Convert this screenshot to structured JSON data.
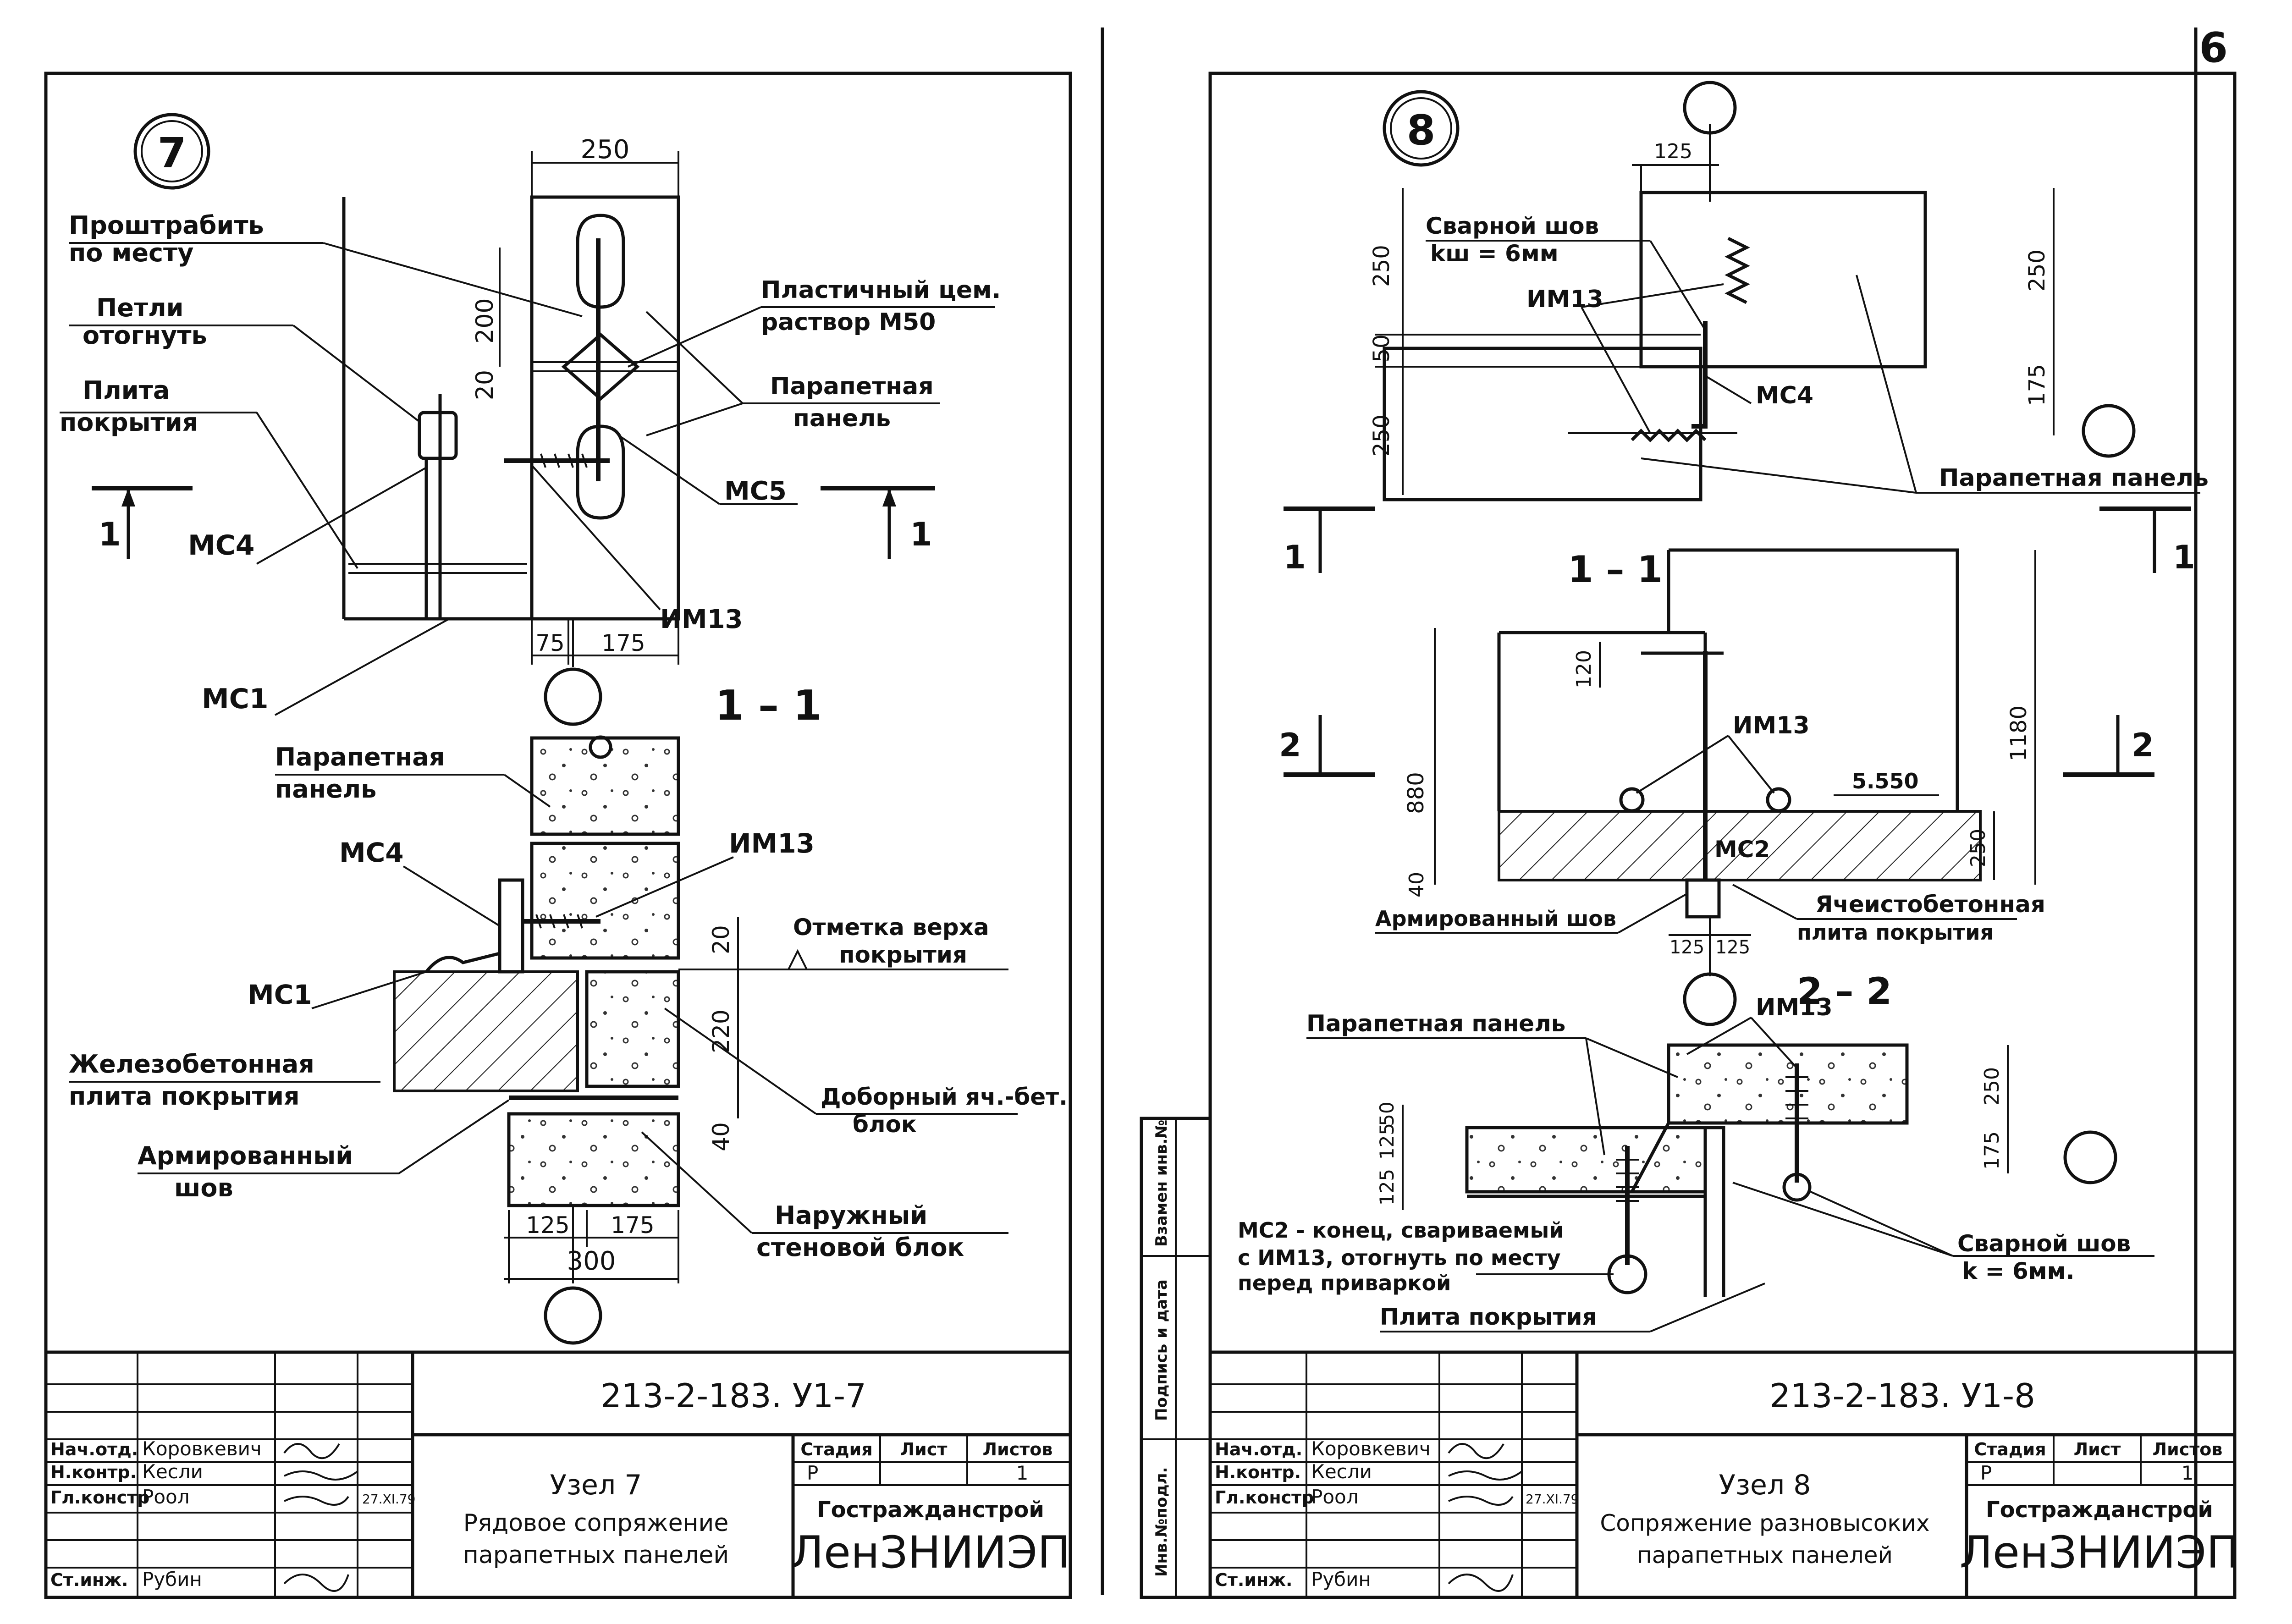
{
  "sheet_number": "6",
  "left": {
    "node_number": "7",
    "labels": {
      "prostrab": "Проштрабить",
      "po_mestu": "по месту",
      "petli": "Петли",
      "otognut": "отогнуть",
      "plita": "Плита",
      "pokrytiya": "покрытия",
      "mc4": "МС4",
      "mc1": "МС1",
      "plast": "Пластичный цем.",
      "rastvor": "раствор М50",
      "parapet": "Парапетная",
      "panel": "панель",
      "mc5": "МС5",
      "im13": "ИМ13",
      "sec_mark": "1",
      "section_title": "1 – 1",
      "sec_parapet": "Парапетная",
      "sec_panel": "панель",
      "sec_mc4": "МС4",
      "sec_im13": "ИМ13",
      "otmetka1": "Отметка верха",
      "otmetka2": "покрытия",
      "sec_mc1": "МС1",
      "zhb1": "Железобетонная",
      "zhb2": "плита покрытия",
      "arm1": "Армированный",
      "arm2": "шов",
      "dob1": "Доборный яч.-бет.",
      "dob2": "блок",
      "nar1": "Наружный",
      "nar2": "стеновой блок"
    },
    "dims": {
      "d250": "250",
      "d200": "200",
      "d20": "20",
      "d75": "75",
      "d175": "175",
      "s20": "20",
      "s220": "220",
      "s40": "40",
      "s125": "125",
      "s175": "175",
      "s300": "300"
    },
    "title_block": {
      "code": "213-2-183. У1-7",
      "roles": [
        "Нач.отд.",
        "Н.контр.",
        "Гл.констр",
        "Ст.инж."
      ],
      "names": [
        "Коровкевич",
        "Кесли",
        "Роол",
        "Рубин"
      ],
      "date": "27.XI.79",
      "title1": "Узел 7",
      "title2": "Рядовое сопряжение",
      "title3": "парапетных панелей",
      "stage_h": "Стадия",
      "sheet_h": "Лист",
      "sheets_h": "Листов",
      "stage": "Р",
      "sheets": "1",
      "org1": "Гостражданстрой",
      "org2": "ЛенЗНИИЭП"
    }
  },
  "right": {
    "node_number": "8",
    "labels": {
      "svarnoy": "Сварной шов",
      "kf": "kш = 6мм",
      "im13": "ИМ13",
      "mc4": "МС4",
      "parapet_panel": "Парапетная панель",
      "sec_mark1": "1",
      "section_11": "1 – 1",
      "sec_mark2": "2",
      "sec_im13": "ИМ13",
      "mark": "5.550",
      "mc2": "МС2",
      "arm_shov": "Армированный шов",
      "yach1": "Ячеистобетонная",
      "yach2": "плита покрытия",
      "section_22": "2 – 2",
      "p_im13": "ИМ13",
      "p_parapet": "Парапетная панель",
      "mc2_1": "МС2 - конец, свариваемый",
      "mc2_2": "с ИМ13, отогнуть по месту",
      "mc2_3": "перед приваркой",
      "plita": "Плита покрытия",
      "sv1": "Сварной шов",
      "sv2": "k = 6мм."
    },
    "dims": {
      "d125": "125",
      "d250a": "250",
      "d50": "50",
      "d250b": "250",
      "d250r": "250",
      "d175r": "175",
      "d120": "120",
      "d880": "880",
      "d40": "40",
      "d1180": "1180",
      "d250s": "250",
      "d125b": "125",
      "d125c": "125",
      "p125": "125",
      "p125b": "125",
      "p50": "50",
      "p250": "250",
      "p175": "175"
    },
    "side_stamp": [
      "Инв.№подл.",
      "Подпись и дата",
      "Взамен инв.№"
    ],
    "title_block": {
      "code": "213-2-183. У1-8",
      "roles": [
        "Нач.отд.",
        "Н.контр.",
        "Гл.констр",
        "Ст.инж."
      ],
      "names": [
        "Коровкевич",
        "Кесли",
        "Роол",
        "Рубин"
      ],
      "date": "27.XI.79",
      "title1": "Узел 8",
      "title2": "Сопряжение разновысоких",
      "title3": "парапетных панелей",
      "stage_h": "Стадия",
      "sheet_h": "Лист",
      "sheets_h": "Листов",
      "stage": "Р",
      "sheets": "1",
      "org1": "Гостражданстрой",
      "org2": "ЛенЗНИИЭП"
    }
  }
}
